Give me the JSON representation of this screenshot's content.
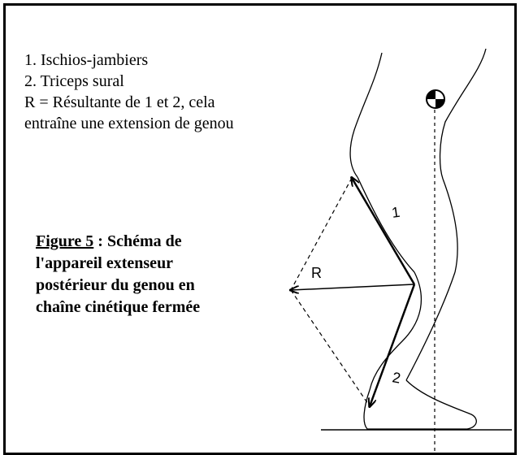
{
  "legend": {
    "line1": "1. Ischios-jambiers",
    "line2": "2. Triceps sural",
    "line3": "R = Résultante de 1 et 2, cela",
    "line4": "entraîne une extension de genou"
  },
  "caption": {
    "figure": "Figure 5",
    "line1_rest": " : Schéma de",
    "line2": "l'appareil extenseur",
    "line3": "postérieur du genou en",
    "line4": "chaîne cinétique fermée"
  },
  "diagram": {
    "label_1": "1",
    "label_2": "2",
    "label_r": "R"
  }
}
